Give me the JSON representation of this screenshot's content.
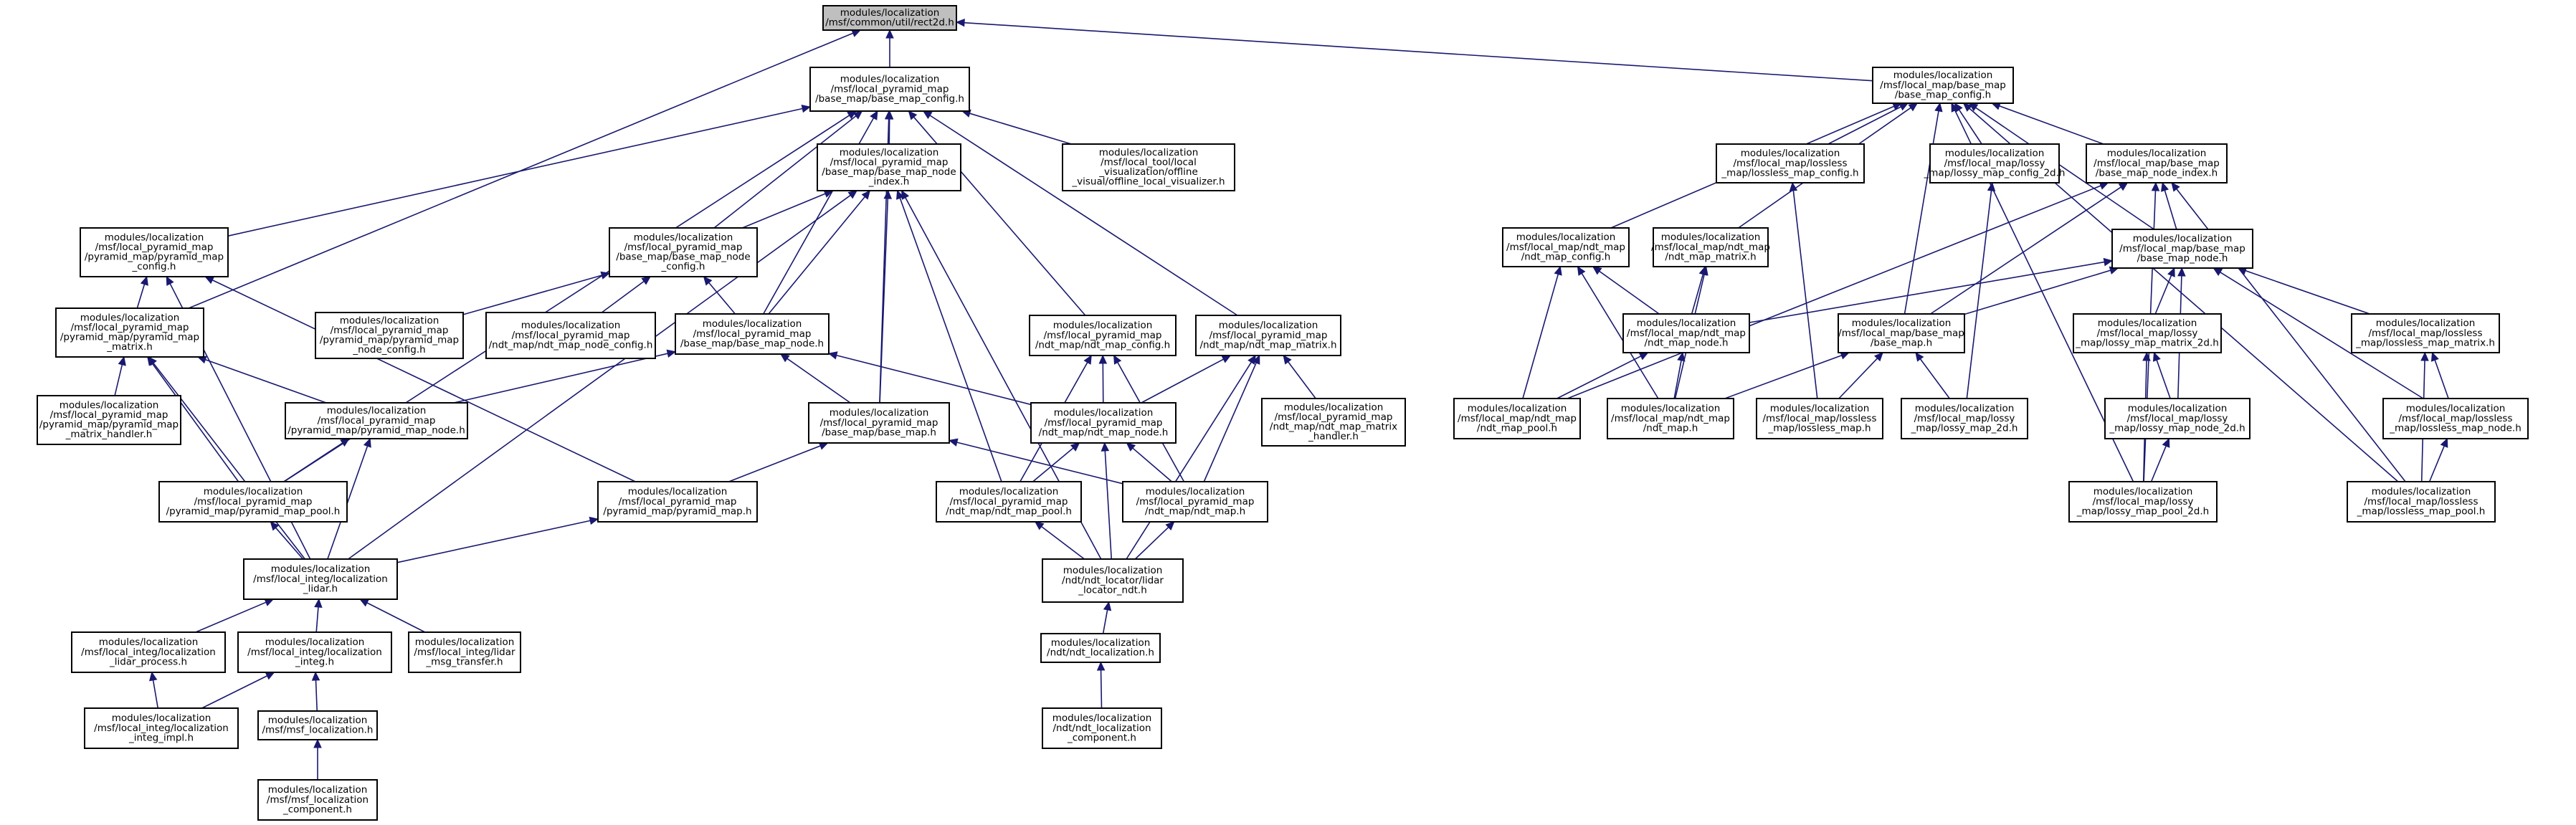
{
  "nodes": [
    {
      "id": "rect2d",
      "lines": [
        "modules/localization",
        "/msf/common/util/rect2d.h"
      ]
    },
    {
      "id": "pm_base_map_config",
      "lines": [
        "modules/localization",
        "/msf/local_pyramid_map",
        "/base_map/base_map_config.h"
      ]
    },
    {
      "id": "lm_base_map_config",
      "lines": [
        "modules/localization",
        "/msf/local_map/base_map",
        "/base_map_config.h"
      ]
    },
    {
      "id": "pm_base_map_node_index",
      "lines": [
        "modules/localization",
        "/msf/local_pyramid_map",
        "/base_map/base_map_node",
        "_index.h"
      ]
    },
    {
      "id": "offline_visualizer",
      "lines": [
        "modules/localization",
        "/msf/local_tool/local",
        "_visualization/offline",
        "_visual/offline_local_visualizer.h"
      ]
    },
    {
      "id": "pm_pyramid_map_config",
      "lines": [
        "modules/localization",
        "/msf/local_pyramid_map",
        "/pyramid_map/pyramid_map",
        "_config.h"
      ]
    },
    {
      "id": "pm_base_map_node_config",
      "lines": [
        "modules/localization",
        "/msf/local_pyramid_map",
        "/base_map/base_map_node",
        "_config.h"
      ]
    },
    {
      "id": "pm_pyramid_map_matrix",
      "lines": [
        "modules/localization",
        "/msf/local_pyramid_map",
        "/pyramid_map/pyramid_map",
        "_matrix.h"
      ]
    },
    {
      "id": "pm_pyramid_map_node_config",
      "lines": [
        "modules/localization",
        "/msf/local_pyramid_map",
        "/pyramid_map/pyramid_map",
        "_node_config.h"
      ]
    },
    {
      "id": "pm_ndt_map_node_config",
      "lines": [
        "modules/localization",
        "/msf/local_pyramid_map",
        "/ndt_map/ndt_map_node_config.h"
      ]
    },
    {
      "id": "pm_base_map_node",
      "lines": [
        "modules/localization",
        "/msf/local_pyramid_map",
        "/base_map/base_map_node.h"
      ]
    },
    {
      "id": "pm_ndt_map_config",
      "lines": [
        "modules/localization",
        "/msf/local_pyramid_map",
        "/ndt_map/ndt_map_config.h"
      ]
    },
    {
      "id": "pm_ndt_map_matrix",
      "lines": [
        "modules/localization",
        "/msf/local_pyramid_map",
        "/ndt_map/ndt_map_matrix.h"
      ]
    },
    {
      "id": "pm_pyramid_map_matrix_handler",
      "lines": [
        "modules/localization",
        "/msf/local_pyramid_map",
        "/pyramid_map/pyramid_map",
        "_matrix_handler.h"
      ]
    },
    {
      "id": "pm_pyramid_map_node",
      "lines": [
        "modules/localization",
        "/msf/local_pyramid_map",
        "/pyramid_map/pyramid_map_node.h"
      ]
    },
    {
      "id": "pm_base_map",
      "lines": [
        "modules/localization",
        "/msf/local_pyramid_map",
        "/base_map/base_map.h"
      ]
    },
    {
      "id": "pm_ndt_map_node",
      "lines": [
        "modules/localization",
        "/msf/local_pyramid_map",
        "/ndt_map/ndt_map_node.h"
      ]
    },
    {
      "id": "pm_ndt_map_matrix_handler",
      "lines": [
        "modules/localization",
        "/msf/local_pyramid_map",
        "/ndt_map/ndt_map_matrix",
        "_handler.h"
      ]
    },
    {
      "id": "pm_pyramid_map_pool",
      "lines": [
        "modules/localization",
        "/msf/local_pyramid_map",
        "/pyramid_map/pyramid_map_pool.h"
      ]
    },
    {
      "id": "pm_pyramid_map",
      "lines": [
        "modules/localization",
        "/msf/local_pyramid_map",
        "/pyramid_map/pyramid_map.h"
      ]
    },
    {
      "id": "pm_ndt_map_pool",
      "lines": [
        "modules/localization",
        "/msf/local_pyramid_map",
        "/ndt_map/ndt_map_pool.h"
      ]
    },
    {
      "id": "pm_ndt_map",
      "lines": [
        "modules/localization",
        "/msf/local_pyramid_map",
        "/ndt_map/ndt_map.h"
      ]
    },
    {
      "id": "localization_lidar",
      "lines": [
        "modules/localization",
        "/msf/local_integ/localization",
        "_lidar.h"
      ]
    },
    {
      "id": "lidar_locator_ndt",
      "lines": [
        "modules/localization",
        "/ndt/ndt_locator/lidar",
        "_locator_ndt.h"
      ]
    },
    {
      "id": "localization_lidar_process",
      "lines": [
        "modules/localization",
        "/msf/local_integ/localization",
        "_lidar_process.h"
      ]
    },
    {
      "id": "localization_integ",
      "lines": [
        "modules/localization",
        "/msf/local_integ/localization",
        "_integ.h"
      ]
    },
    {
      "id": "lidar_msg_transfer",
      "lines": [
        "modules/localization",
        "/msf/local_integ/lidar",
        "_msg_transfer.h"
      ]
    },
    {
      "id": "ndt_localization",
      "lines": [
        "modules/localization",
        "/ndt/ndt_localization.h"
      ]
    },
    {
      "id": "localization_integ_impl",
      "lines": [
        "modules/localization",
        "/msf/local_integ/localization",
        "_integ_impl.h"
      ]
    },
    {
      "id": "msf_localization",
      "lines": [
        "modules/localization",
        "/msf/msf_localization.h"
      ]
    },
    {
      "id": "ndt_localization_component",
      "lines": [
        "modules/localization",
        "/ndt/ndt_localization",
        "_component.h"
      ]
    },
    {
      "id": "msf_localization_component",
      "lines": [
        "modules/localization",
        "/msf/msf_localization",
        "_component.h"
      ]
    },
    {
      "id": "lm_lossless_map_config",
      "lines": [
        "modules/localization",
        "/msf/local_map/lossless",
        "_map/lossless_map_config.h"
      ]
    },
    {
      "id": "lm_lossy_map_config_2d",
      "lines": [
        "modules/localization",
        "/msf/local_map/lossy",
        "_map/lossy_map_config_2d.h"
      ]
    },
    {
      "id": "lm_base_map_node_index",
      "lines": [
        "modules/localization",
        "/msf/local_map/base_map",
        "/base_map_node_index.h"
      ]
    },
    {
      "id": "lm_ndt_map_config",
      "lines": [
        "modules/localization",
        "/msf/local_map/ndt_map",
        "/ndt_map_config.h"
      ]
    },
    {
      "id": "lm_ndt_map_matrix",
      "lines": [
        "modules/localization",
        "/msf/local_map/ndt_map",
        "/ndt_map_matrix.h"
      ]
    },
    {
      "id": "lm_base_map_node",
      "lines": [
        "modules/localization",
        "/msf/local_map/base_map",
        "/base_map_node.h"
      ]
    },
    {
      "id": "lm_ndt_map_node",
      "lines": [
        "modules/localization",
        "/msf/local_map/ndt_map",
        "/ndt_map_node.h"
      ]
    },
    {
      "id": "lm_base_map",
      "lines": [
        "modules/localization",
        "/msf/local_map/base_map",
        "/base_map.h"
      ]
    },
    {
      "id": "lm_lossy_map_matrix_2d",
      "lines": [
        "modules/localization",
        "/msf/local_map/lossy",
        "_map/lossy_map_matrix_2d.h"
      ]
    },
    {
      "id": "lm_lossless_map_matrix",
      "lines": [
        "modules/localization",
        "/msf/local_map/lossless",
        "_map/lossless_map_matrix.h"
      ]
    },
    {
      "id": "lm_ndt_map_pool",
      "lines": [
        "modules/localization",
        "/msf/local_map/ndt_map",
        "/ndt_map_pool.h"
      ]
    },
    {
      "id": "lm_ndt_map",
      "lines": [
        "modules/localization",
        "/msf/local_map/ndt_map",
        "/ndt_map.h"
      ]
    },
    {
      "id": "lm_lossless_map",
      "lines": [
        "modules/localization",
        "/msf/local_map/lossless",
        "_map/lossless_map.h"
      ]
    },
    {
      "id": "lm_lossy_map_2d",
      "lines": [
        "modules/localization",
        "/msf/local_map/lossy",
        "_map/lossy_map_2d.h"
      ]
    },
    {
      "id": "lm_lossy_map_node_2d",
      "lines": [
        "modules/localization",
        "/msf/local_map/lossy",
        "_map/lossy_map_node_2d.h"
      ]
    },
    {
      "id": "lm_lossless_map_node",
      "lines": [
        "modules/localization",
        "/msf/local_map/lossless",
        "_map/lossless_map_node.h"
      ]
    },
    {
      "id": "lm_lossy_map_pool_2d",
      "lines": [
        "modules/localization",
        "/msf/local_map/lossy",
        "_map/lossy_map_pool_2d.h"
      ]
    },
    {
      "id": "lm_lossless_map_pool",
      "lines": [
        "modules/localization",
        "/msf/local_map/lossless",
        "_map/lossless_map_pool.h"
      ]
    }
  ],
  "edges": [
    [
      "rect2d",
      "pm_base_map_config"
    ],
    [
      "rect2d",
      "lm_base_map_config"
    ],
    [
      "rect2d",
      "pm_pyramid_map_matrix"
    ],
    [
      "pm_base_map_config",
      "pm_base_map_node_index"
    ],
    [
      "pm_base_map_config",
      "offline_visualizer"
    ],
    [
      "pm_base_map_config",
      "pm_pyramid_map_config"
    ],
    [
      "pm_base_map_config",
      "pm_base_map_node_config"
    ],
    [
      "pm_base_map_config",
      "pm_base_map_node"
    ],
    [
      "pm_base_map_config",
      "pm_ndt_map_config"
    ],
    [
      "pm_base_map_config",
      "pm_ndt_map_matrix"
    ],
    [
      "pm_base_map_config",
      "pm_base_map"
    ],
    [
      "pm_base_map_config",
      "pm_pyramid_map_pool"
    ],
    [
      "pm_base_map_node_index",
      "pm_base_map_node_config"
    ],
    [
      "pm_base_map_node_index",
      "pm_base_map_node"
    ],
    [
      "pm_base_map_node_index",
      "pm_base_map"
    ],
    [
      "pm_base_map_node_index",
      "pm_ndt_map_pool"
    ],
    [
      "pm_base_map_node_index",
      "localization_lidar"
    ],
    [
      "pm_base_map_node_index",
      "lidar_locator_ndt"
    ],
    [
      "pm_pyramid_map_config",
      "pm_pyramid_map_matrix"
    ],
    [
      "pm_pyramid_map_config",
      "pm_pyramid_map"
    ],
    [
      "pm_pyramid_map_config",
      "localization_lidar"
    ],
    [
      "pm_base_map_node_config",
      "pm_pyramid_map_node_config"
    ],
    [
      "pm_base_map_node_config",
      "pm_ndt_map_node_config"
    ],
    [
      "pm_base_map_node_config",
      "pm_base_map_node"
    ],
    [
      "pm_pyramid_map_matrix",
      "pm_pyramid_map_matrix_handler"
    ],
    [
      "pm_pyramid_map_matrix",
      "pm_pyramid_map_node"
    ],
    [
      "pm_pyramid_map_matrix",
      "pm_pyramid_map_pool"
    ],
    [
      "pm_pyramid_map_matrix",
      "localization_lidar"
    ],
    [
      "pm_base_map_node",
      "pm_pyramid_map_node"
    ],
    [
      "pm_base_map_node",
      "pm_base_map"
    ],
    [
      "pm_base_map_node",
      "pm_ndt_map_node"
    ],
    [
      "pm_ndt_map_config",
      "pm_ndt_map_node"
    ],
    [
      "pm_ndt_map_config",
      "pm_ndt_map_pool"
    ],
    [
      "pm_ndt_map_config",
      "pm_ndt_map"
    ],
    [
      "pm_ndt_map_matrix",
      "pm_ndt_map_node"
    ],
    [
      "pm_ndt_map_matrix",
      "pm_ndt_map_matrix_handler"
    ],
    [
      "pm_ndt_map_matrix",
      "pm_ndt_map"
    ],
    [
      "pm_ndt_map_matrix",
      "lidar_locator_ndt"
    ],
    [
      "pm_pyramid_map_node",
      "pm_pyramid_map_pool"
    ],
    [
      "pm_pyramid_map_node",
      "localization_lidar"
    ],
    [
      "pm_base_map",
      "pm_pyramid_map"
    ],
    [
      "pm_base_map",
      "pm_ndt_map"
    ],
    [
      "pm_ndt_map_node",
      "pm_ndt_map_pool"
    ],
    [
      "pm_ndt_map_node",
      "pm_ndt_map"
    ],
    [
      "pm_ndt_map_node",
      "lidar_locator_ndt"
    ],
    [
      "pm_pyramid_map_pool",
      "localization_lidar"
    ],
    [
      "pm_pyramid_map",
      "localization_lidar"
    ],
    [
      "pm_ndt_map_pool",
      "lidar_locator_ndt"
    ],
    [
      "pm_ndt_map",
      "lidar_locator_ndt"
    ],
    [
      "localization_lidar",
      "localization_lidar_process"
    ],
    [
      "localization_lidar",
      "localization_integ"
    ],
    [
      "localization_lidar",
      "lidar_msg_transfer"
    ],
    [
      "localization_lidar_process",
      "localization_integ_impl"
    ],
    [
      "localization_integ",
      "localization_integ_impl"
    ],
    [
      "localization_integ",
      "msf_localization"
    ],
    [
      "msf_localization",
      "msf_localization_component"
    ],
    [
      "lidar_locator_ndt",
      "ndt_localization"
    ],
    [
      "ndt_localization",
      "ndt_localization_component"
    ],
    [
      "lm_base_map_config",
      "lm_lossless_map_config"
    ],
    [
      "lm_base_map_config",
      "lm_lossy_map_config_2d"
    ],
    [
      "lm_base_map_config",
      "lm_base_map_node_index"
    ],
    [
      "lm_base_map_config",
      "lm_ndt_map_config"
    ],
    [
      "lm_base_map_config",
      "lm_ndt_map_matrix"
    ],
    [
      "lm_base_map_config",
      "lm_base_map_node"
    ],
    [
      "lm_base_map_config",
      "lm_base_map"
    ],
    [
      "lm_base_map_config",
      "lm_lossy_map_pool_2d"
    ],
    [
      "lm_base_map_config",
      "lm_lossless_map_pool"
    ],
    [
      "lm_base_map_node_index",
      "lm_base_map_node"
    ],
    [
      "lm_base_map_node_index",
      "lm_base_map"
    ],
    [
      "lm_base_map_node_index",
      "lm_ndt_map_pool"
    ],
    [
      "lm_base_map_node_index",
      "lm_lossy_map_pool_2d"
    ],
    [
      "lm_base_map_node_index",
      "lm_lossless_map_pool"
    ],
    [
      "lm_ndt_map_config",
      "lm_ndt_map_node"
    ],
    [
      "lm_ndt_map_config",
      "lm_ndt_map_pool"
    ],
    [
      "lm_ndt_map_config",
      "lm_ndt_map"
    ],
    [
      "lm_ndt_map_matrix",
      "lm_ndt_map_node"
    ],
    [
      "lm_ndt_map_matrix",
      "lm_ndt_map"
    ],
    [
      "lm_base_map_node",
      "lm_ndt_map_node"
    ],
    [
      "lm_base_map_node",
      "lm_base_map"
    ],
    [
      "lm_base_map_node",
      "lm_lossy_map_matrix_2d"
    ],
    [
      "lm_base_map_node",
      "lm_lossless_map_matrix"
    ],
    [
      "lm_base_map_node",
      "lm_lossy_map_node_2d"
    ],
    [
      "lm_base_map_node",
      "lm_lossless_map_node"
    ],
    [
      "lm_ndt_map_node",
      "lm_ndt_map_pool"
    ],
    [
      "lm_ndt_map_node",
      "lm_ndt_map"
    ],
    [
      "lm_base_map",
      "lm_ndt_map"
    ],
    [
      "lm_base_map",
      "lm_lossless_map"
    ],
    [
      "lm_base_map",
      "lm_lossy_map_2d"
    ],
    [
      "lm_lossless_map_config",
      "lm_lossless_map"
    ],
    [
      "lm_lossy_map_config_2d",
      "lm_lossy_map_2d"
    ],
    [
      "lm_lossy_map_matrix_2d",
      "lm_lossy_map_node_2d"
    ],
    [
      "lm_lossy_map_matrix_2d",
      "lm_lossy_map_pool_2d"
    ],
    [
      "lm_lossless_map_matrix",
      "lm_lossless_map_node"
    ],
    [
      "lm_lossless_map_matrix",
      "lm_lossless_map_pool"
    ],
    [
      "lm_lossy_map_node_2d",
      "lm_lossy_map_pool_2d"
    ],
    [
      "lm_lossless_map_node",
      "lm_lossless_map_pool"
    ]
  ]
}
